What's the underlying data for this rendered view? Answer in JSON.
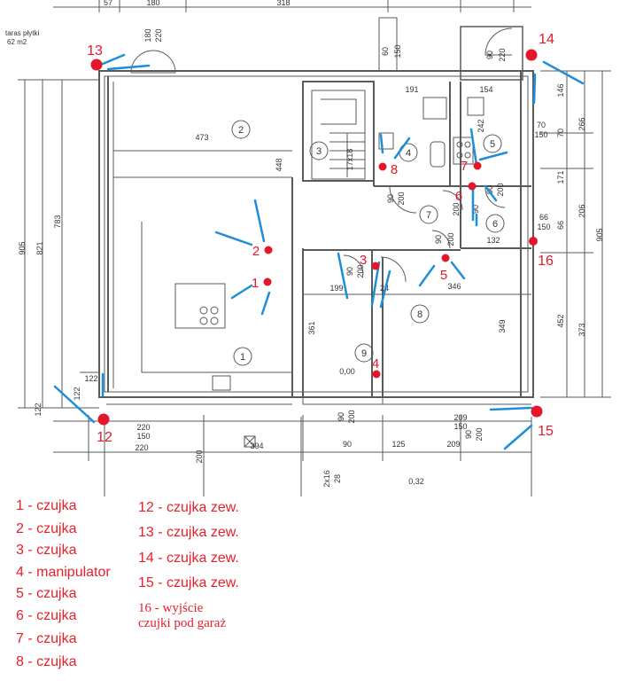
{
  "plan": {
    "terrace_label_1": "taras płytki",
    "terrace_label_2": "62 m2",
    "room_numbers": [
      "1",
      "2",
      "3",
      "4",
      "5",
      "6",
      "7",
      "8",
      "9"
    ],
    "dimensions": {
      "d_57": "57",
      "d_180_top": "180",
      "d_318": "318",
      "d_180_door": "180",
      "d_220_door": "220",
      "d_60": "60",
      "d_150_top": "150",
      "d_90_top": "90",
      "d_220_top": "220",
      "d_191": "191",
      "d_154": "154",
      "d_473": "473",
      "d_448": "448",
      "d_146": "146",
      "d_266": "266",
      "d_70": "70",
      "d_70_150": "70",
      "d_150_b": "150",
      "d_242": "242",
      "d_171": "171",
      "d_206": "206",
      "d_905_r": "905",
      "d_66": "66",
      "d_66_150": "66",
      "d_150_c": "150",
      "d_132": "132",
      "d_905_l": "905",
      "d_821": "821",
      "d_783": "783",
      "d_122_a": "122",
      "d_122_b": "122",
      "d_122_c": "122",
      "d_199": "199",
      "d_24": "24",
      "d_346": "346",
      "d_361": "361",
      "d_349": "349",
      "d_452": "452",
      "d_373": "373",
      "d_90_200_a": "90",
      "d_200_a": "200",
      "d_90_200_b": "90",
      "d_200_b": "200",
      "d_90_200_c": "90",
      "d_200_c": "200",
      "d_90_200_d": "90",
      "d_200_d": "200",
      "d_90_200_e": "90",
      "d_200_e": "200",
      "d_90_200_f": "90",
      "d_200_f": "200",
      "d_90_200_g": "90",
      "d_200_g": "200",
      "d_209_a": "209",
      "d_150_d": "150",
      "d_220_150": "220",
      "d_150_e": "150",
      "d_220_bottom": "220",
      "d_394": "394",
      "d_90_bottom": "90",
      "d_125": "125",
      "d_209_bottom": "209",
      "d_200_bottom": "200",
      "d_2x16": "2x16",
      "d_28": "28",
      "d_032": "0,32",
      "d_000": "0,00",
      "d_17x18": "17x18"
    }
  },
  "markers": [
    {
      "num": "1"
    },
    {
      "num": "2"
    },
    {
      "num": "3"
    },
    {
      "num": "4"
    },
    {
      "num": "5"
    },
    {
      "num": "6"
    },
    {
      "num": "7"
    },
    {
      "num": "8"
    },
    {
      "num": "12"
    },
    {
      "num": "13"
    },
    {
      "num": "14"
    },
    {
      "num": "15"
    },
    {
      "num": "16"
    }
  ],
  "legend": {
    "l1": "1 - czujka",
    "l2": "2 - czujka",
    "l3": "3 - czujka",
    "l4": "4 - manipulator",
    "l5": "5 - czujka",
    "l6": "6 - czujka",
    "l7": "7 - czujka",
    "l8": "8 - czujka",
    "l12": "12 - czujka zew.",
    "l13": "13 - czujka zew.",
    "l14": "14 - czujka zew.",
    "l15": "15 - czujka zew.",
    "l16": "16 - wyjście\nczujki pod garaż"
  },
  "colors": {
    "marker_red": "#e3172a",
    "direction_blue": "#1c8fd6",
    "drawing_gray": "#555555"
  }
}
